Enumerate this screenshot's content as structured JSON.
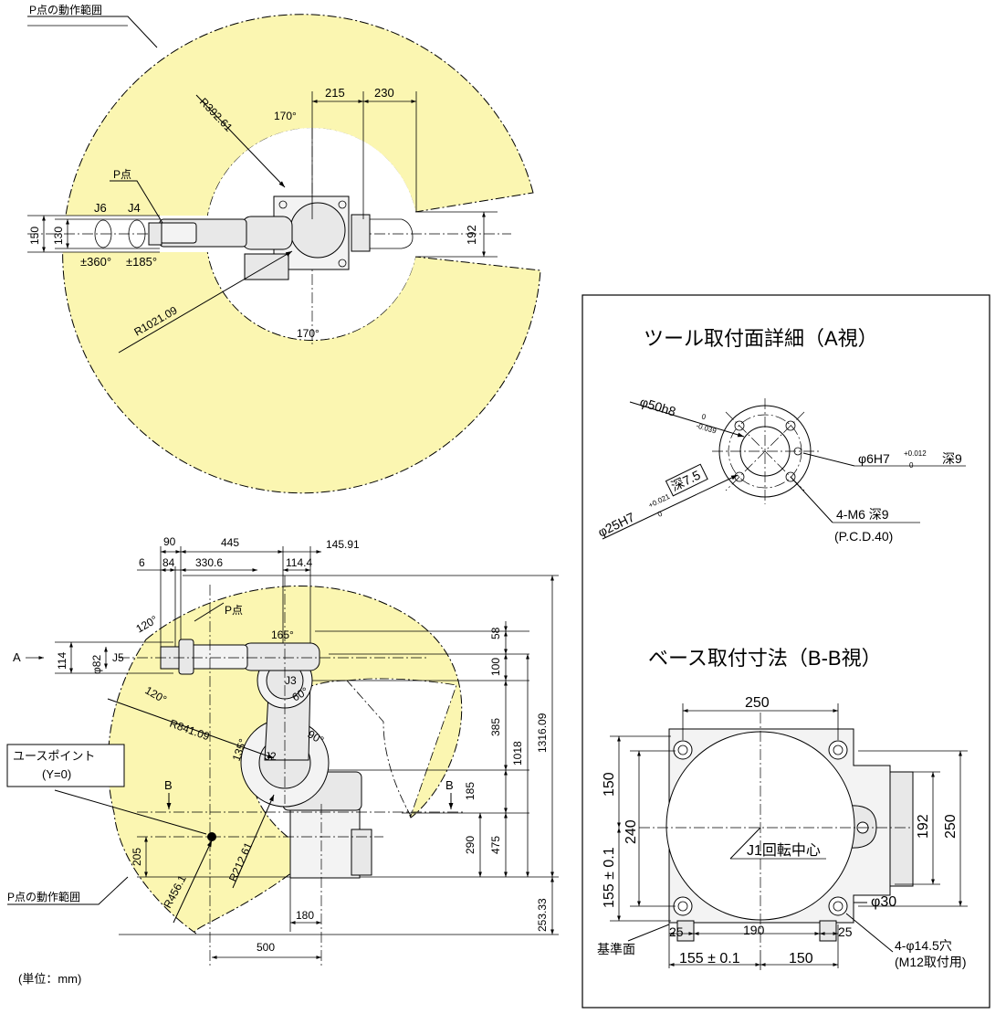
{
  "top_view": {
    "range_label": "P点の動作範囲",
    "r_inner": "R392.61",
    "r_outer": "R1021.09",
    "angle_top": "170°",
    "angle_bottom": "170°",
    "dim_215": "215",
    "dim_230": "230",
    "dim_192": "192",
    "dim_150": "150",
    "dim_130": "130",
    "p_point": "P点",
    "j6": "J6",
    "j4": "J4",
    "j6_range": "±360°",
    "j4_range": "±185°"
  },
  "side_view": {
    "dim_90": "90",
    "dim_445": "445",
    "dim_145_91": "145.91",
    "dim_6": "6",
    "dim_84": "84",
    "dim_330_6": "330.6",
    "dim_114_4": "114.4",
    "p_point": "P点",
    "view_a": "A",
    "dim_114": "114",
    "dim_phi82": "φ82",
    "j5": "J5",
    "angle_120_top": "120°",
    "angle_120_bottom": "120°",
    "angle_165": "165°",
    "j3": "J3",
    "angle_60": "60°",
    "angle_90": "90°",
    "angle_135": "135°",
    "j2": "J2",
    "r_841": "R841.09",
    "r_456": "R456.1",
    "r_212": "R212.61",
    "dim_58": "58",
    "dim_100": "100",
    "dim_385": "385",
    "dim_1018": "1018",
    "dim_1316": "1316.09",
    "dim_185": "185",
    "dim_475": "475",
    "dim_290": "290",
    "dim_253": "253.33",
    "dim_205": "205",
    "dim_180": "180",
    "dim_500": "500",
    "user_point": "ユースポイント",
    "user_point_y": "(Y=0)",
    "section_b": "B",
    "range_label": "P点の動作範囲",
    "units": "(単位：mm)"
  },
  "detail_panel": {
    "tool_title": "ツール取付面詳細（A視）",
    "phi50": "φ50h8",
    "phi50_tol_top": "0",
    "phi50_tol_bot": "-0.039",
    "phi6": "φ6H7",
    "phi6_tol_top": "+0.012",
    "phi6_tol_bot": "0",
    "phi6_depth": "深9",
    "phi25": "φ25H7",
    "phi25_tol_top": "+0.021",
    "phi25_tol_bot": "0",
    "phi25_depth": "深7.5",
    "m6": "4-M6 深9",
    "pcd": "(P.C.D.40)",
    "base_title": "ベース取付寸法（B-B視）",
    "dim_250_top": "250",
    "dim_150": "150",
    "dim_240": "240",
    "dim_155_tol": "155 ± 0.1",
    "dim_192": "192",
    "dim_250_right": "250",
    "j1_center": "J1回転中心",
    "phi30": "φ30",
    "dim_25_left": "25",
    "dim_190": "190",
    "dim_25_right": "25",
    "ref_plane": "基準面",
    "dim_155_bottom": "155 ± 0.1",
    "dim_150_bottom": "150",
    "holes": "4-φ14.5穴",
    "holes_bolt": "(M12取付用)"
  }
}
